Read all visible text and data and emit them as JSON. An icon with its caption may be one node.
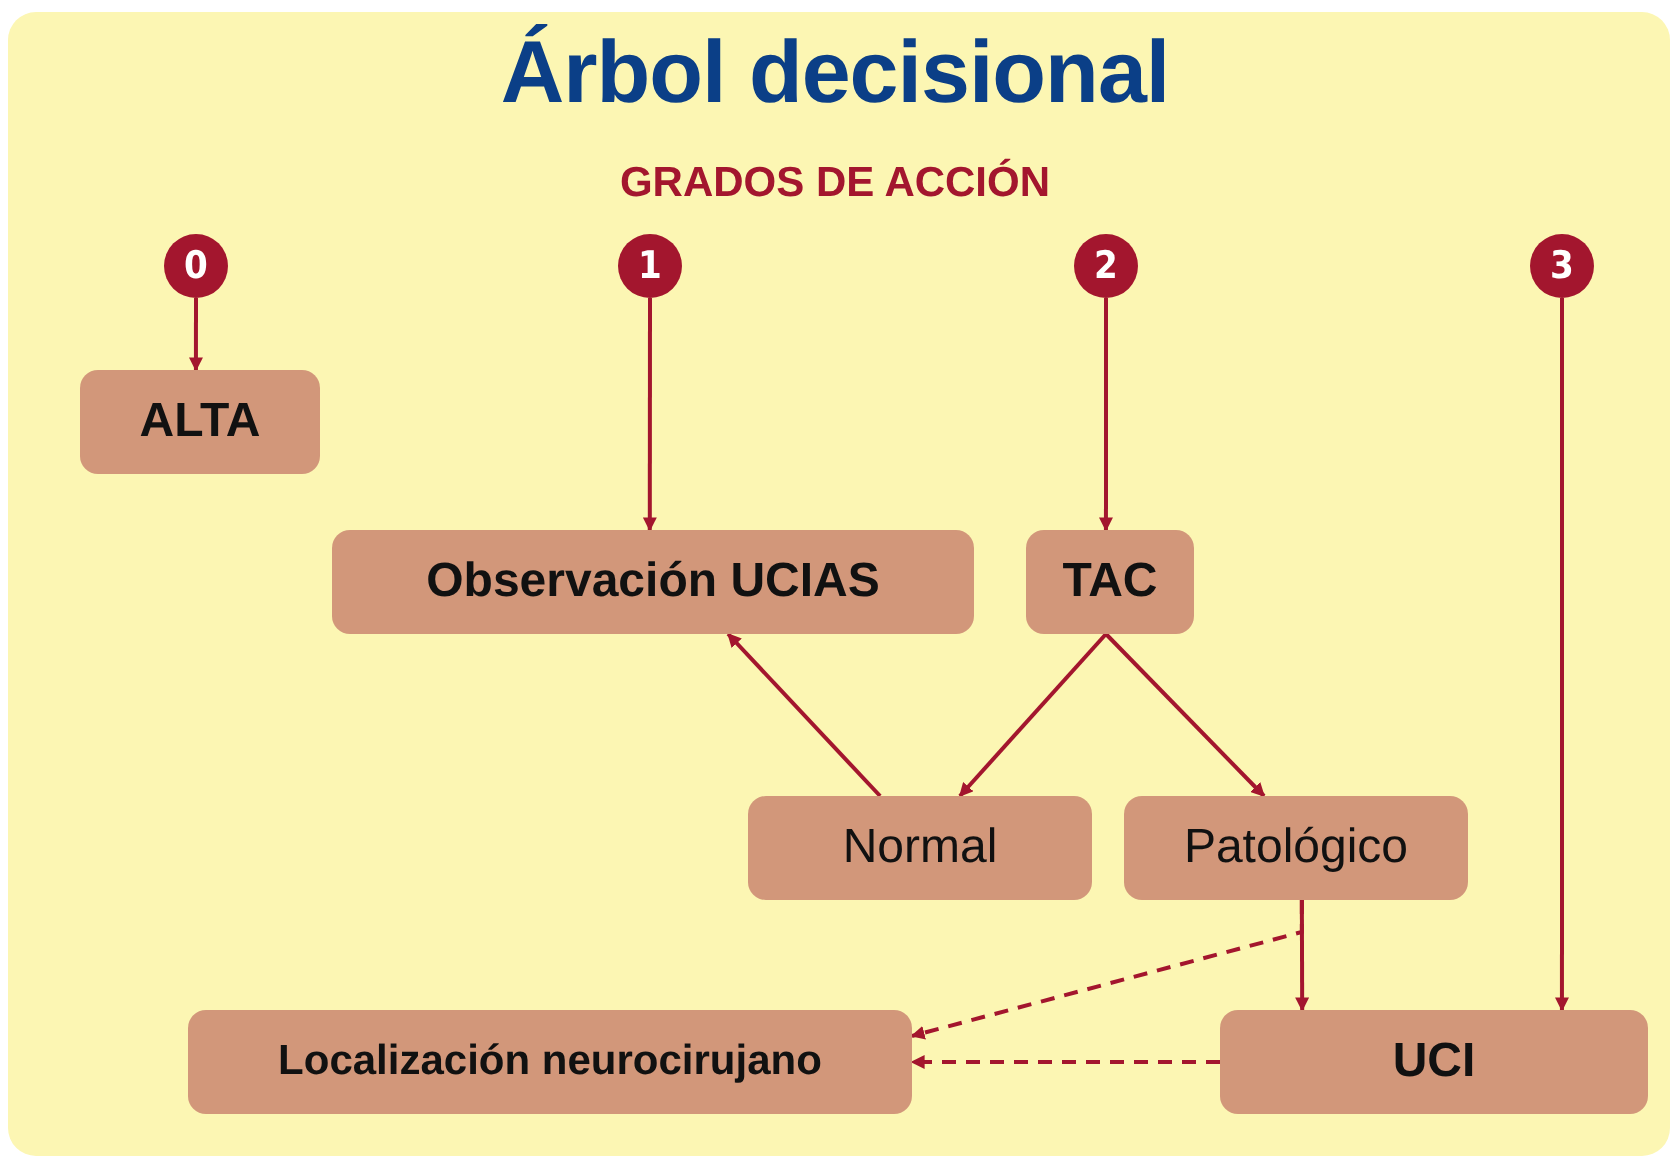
{
  "diagram": {
    "title": "Árbol decisional",
    "nodes": [
      {
        "text": [
          "0"
        ]
      },
      {
        "text": [
          "1"
        ]
      },
      {
        "text": [
          "2"
        ]
      },
      {
        "text": [
          "3"
        ]
      },
      {
        "text": [
          "ALTA"
        ]
      },
      {
        "text": [
          "Observación UCIAS"
        ]
      },
      {
        "text": [
          "TAC"
        ]
      },
      {
        "text": [
          "Normal"
        ]
      },
      {
        "text": [
          "Patológico"
        ]
      },
      {
        "text": [
          "Localización neurocirujano"
        ]
      },
      {
        "text": [
          "UCI"
        ]
      }
    ],
    "edges": [
      {
        "from": 0,
        "to": 4,
        "arrow": "to"
      },
      {
        "from": 1,
        "to": 5,
        "arrow": "to"
      },
      {
        "from": 2,
        "to": 6,
        "arrow": "to"
      },
      {
        "from": 3,
        "to": 10,
        "arrow": "to"
      },
      {
        "from": 6,
        "to": 7,
        "arrow": "to"
      },
      {
        "from": 6,
        "to": 8,
        "arrow": "to"
      },
      {
        "from": 7,
        "to": 5,
        "arrow": "to"
      },
      {
        "from": 8,
        "to": 9,
        "arrow": "to",
        "style": "dashed"
      },
      {
        "from": 8,
        "to": 10,
        "arrow": "to"
      },
      {
        "from": 10,
        "to": 9,
        "arrow": "to",
        "style": "dashed"
      }
    ],
    "labels": [
      "GRADOS DE ACCIÓN"
    ]
  }
}
